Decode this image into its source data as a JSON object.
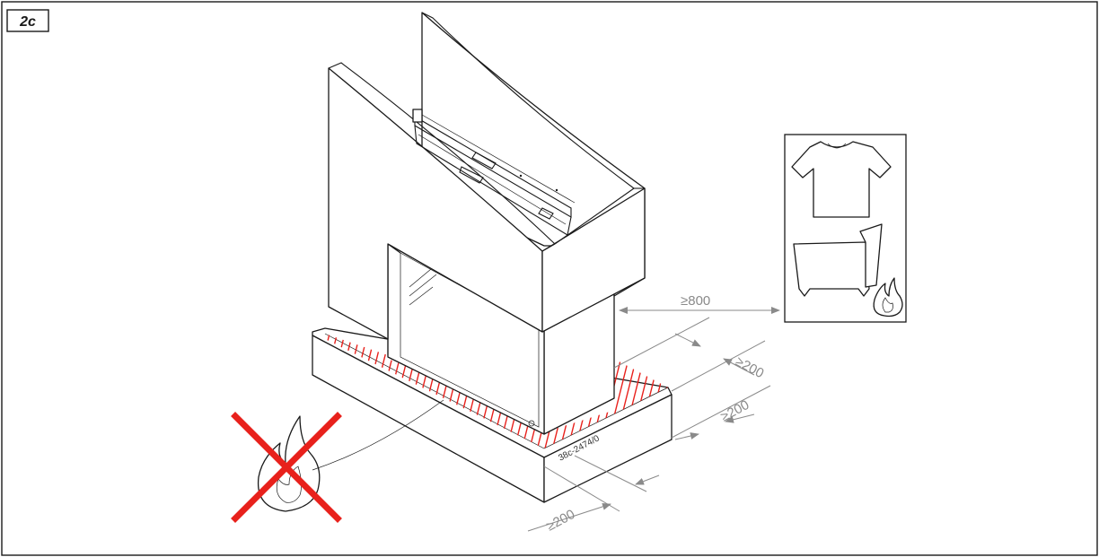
{
  "figure": {
    "label": "2c",
    "drawing_code": "38c-2474/0",
    "dimensions": {
      "to_combustibles": "≥800",
      "side_1": "≥200",
      "side_2": "≥200",
      "front": "≥200"
    },
    "icons": {
      "combustible_items": [
        "t-shirt-icon",
        "armchair-icon",
        "flame-icon"
      ],
      "prohibited": "crossed-flame-icon"
    },
    "colors": {
      "prohibition_cross": "#e8211c",
      "hatching": "#e8211c",
      "dimension_lines": "#8a8a8a"
    }
  }
}
